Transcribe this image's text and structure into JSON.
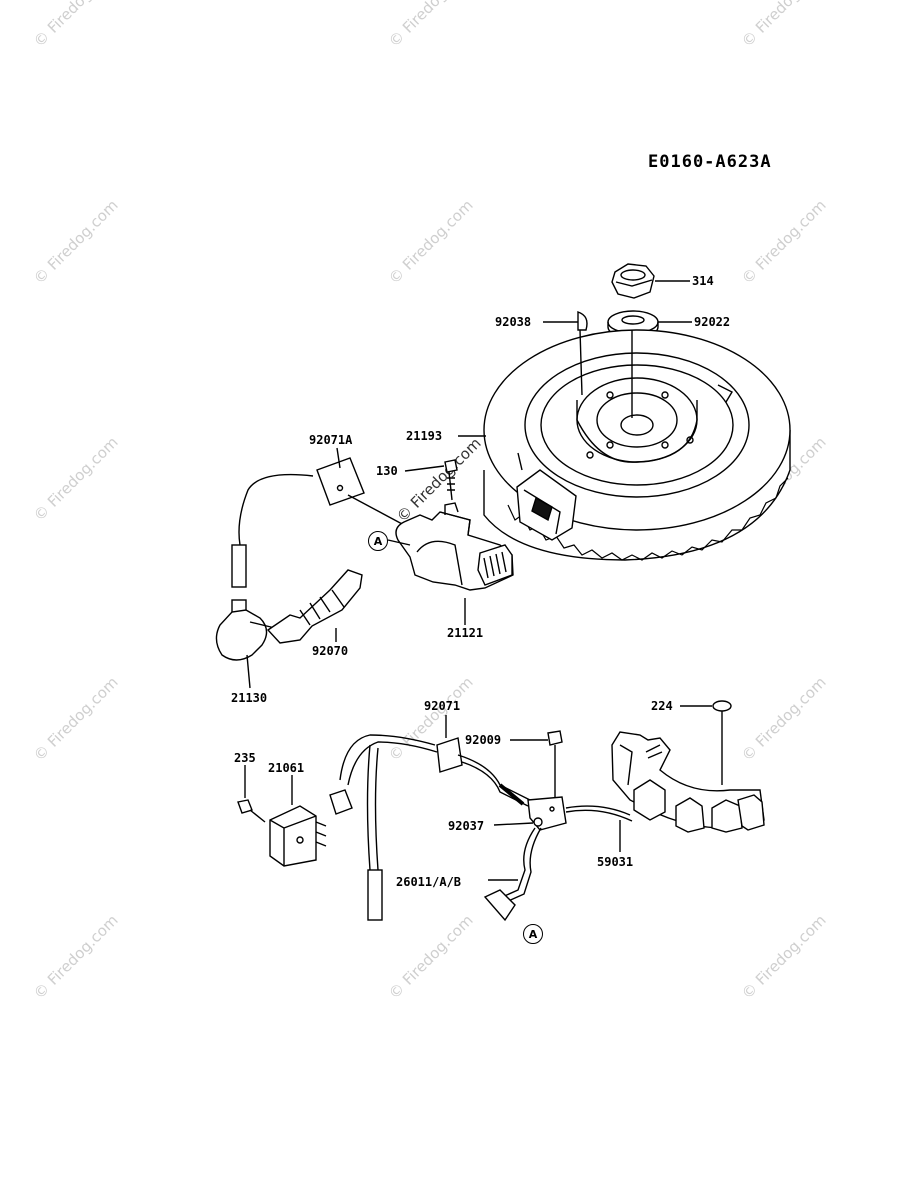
{
  "diagram_code": "E0160-A623A",
  "watermark_text": "© Firedog.com",
  "callout_letter": "A",
  "parts": {
    "p314": "314",
    "p92038": "92038",
    "p92022": "92022",
    "p92071A": "92071A",
    "p21193": "21193",
    "p130": "130",
    "p21121": "21121",
    "p92070": "92070",
    "p21130": "21130",
    "p92071": "92071",
    "p224": "224",
    "p235": "235",
    "p21061": "21061",
    "p92009": "92009",
    "p92037": "92037",
    "p59031": "59031",
    "p26011": "26011/A/B"
  }
}
